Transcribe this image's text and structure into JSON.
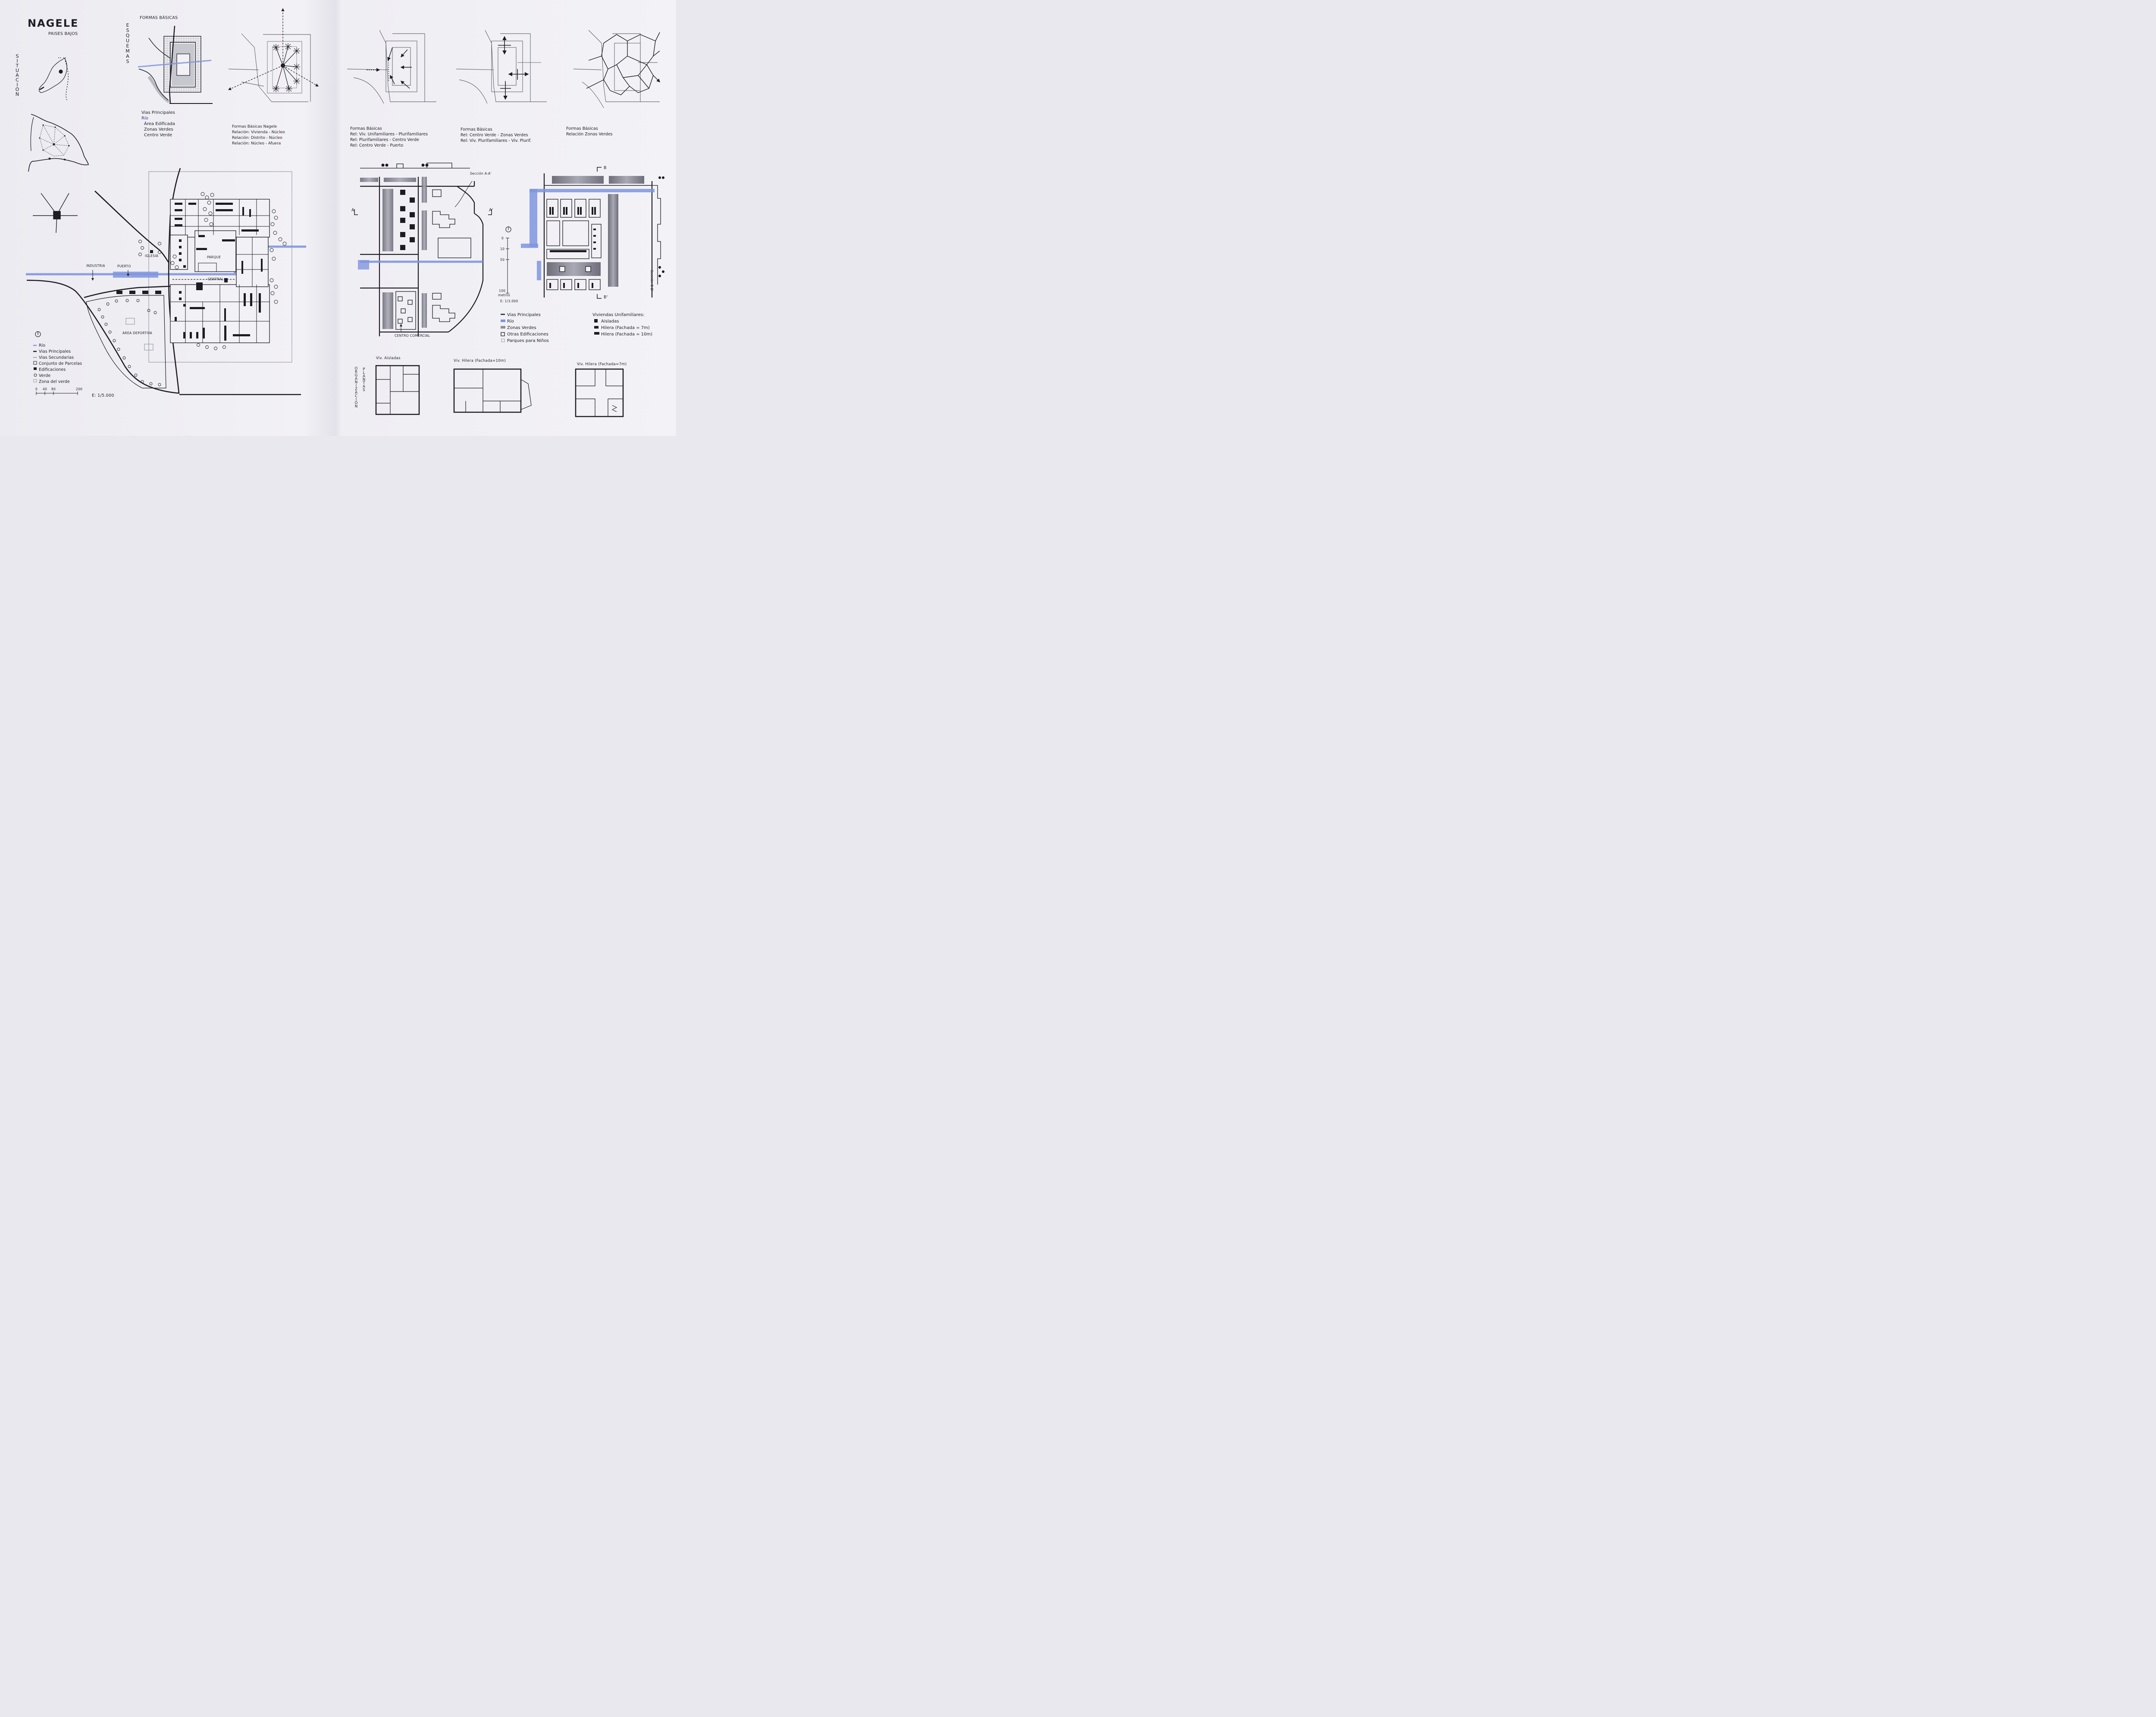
{
  "header": {
    "title": "NAGELE",
    "subtitle": "PAISES BAJOS",
    "situacion": "SITUACIÓN",
    "formas_basicas_title": "FORMAS BÁSICAS",
    "esquemas": "ESQUEMAS"
  },
  "legend_formas": {
    "items": [
      "Vias Principales",
      "Río",
      "Área Edificada",
      "Zonas Verdes",
      "Centro Verde"
    ]
  },
  "captions": {
    "c1": [
      "Formas Básicas Nagele",
      "Relación: Vivienda - Núcleo",
      "Relación: Distrito - Núcleo",
      "Relación: Núcleo - Afuera"
    ],
    "c2": [
      "Formas Básicas",
      "Rel: Viv. Unifamiliares - Plurifamiliares",
      "Rel: Plurifamiliares - Centro Verde",
      "Rel: Centro Verde - Puerto"
    ],
    "c3": [
      "Formas Básicas",
      "Rel: Centro Verde - Zonas Verdes",
      "Rel: Viv. Plurifamiliares - Viv. Plurif."
    ],
    "c4": [
      "Formas Básicas",
      "Relación Zonas Verdes"
    ]
  },
  "site_plan": {
    "labels": {
      "industria": "INDUSTRIA",
      "puerto": "PUERTO",
      "iglesia": "IGLESIA",
      "parque": "PARQUE",
      "central": "CENTRAL",
      "area_deportiva": "AREA DEPORTIVA"
    },
    "legend": [
      "Río",
      "Vias Principales",
      "Vias Secundarias",
      "Conjunto de Parcelas",
      "Edificaciones",
      "Verde",
      "Zona del verde"
    ],
    "scale_ticks": [
      "0",
      "40",
      "80",
      "200"
    ],
    "scale_text": "E: 1/5.000"
  },
  "detail_plan": {
    "section_aa": "Sección A-A'",
    "marker_a": "A",
    "marker_a2": "A'",
    "centro_comercial": "CENTRO COMERCIAL",
    "scale_ticks": [
      "0",
      "10",
      "50",
      "100"
    ],
    "scale_unit": "metros",
    "scale_text": "E: 1/3.000",
    "legend": [
      "Vias Principales",
      "Río",
      "Zonas Verdes",
      "Otras Edificaciones",
      "Parques para Niños"
    ]
  },
  "housing_plan": {
    "section_bb": "Sección B-B'",
    "marker_b": "B",
    "marker_b2": "B'",
    "legend_title": "Viviendas Unifamiliares:",
    "legend": [
      "Aisladas",
      "Hilera (Fachada = 7m)",
      "Hilera (Fachada = 10m)"
    ]
  },
  "plantas": {
    "vertical_1": "ORGANIZACIÓN",
    "vertical_2": "PLANTAS",
    "p1": "Viv. Aisladas",
    "p2": "Viv. Hilera (Fachada=10m)",
    "p3": "Viv. Hilera (Fachada=7m)"
  },
  "colors": {
    "river": "#7f95de",
    "ink": "#1c1c22",
    "gray_fill": "#8d8d98",
    "paper": "#f1f0f4"
  },
  "icons": [
    "north-arrow-icon",
    "star-icon",
    "arrow-icon",
    "tree-icon"
  ]
}
